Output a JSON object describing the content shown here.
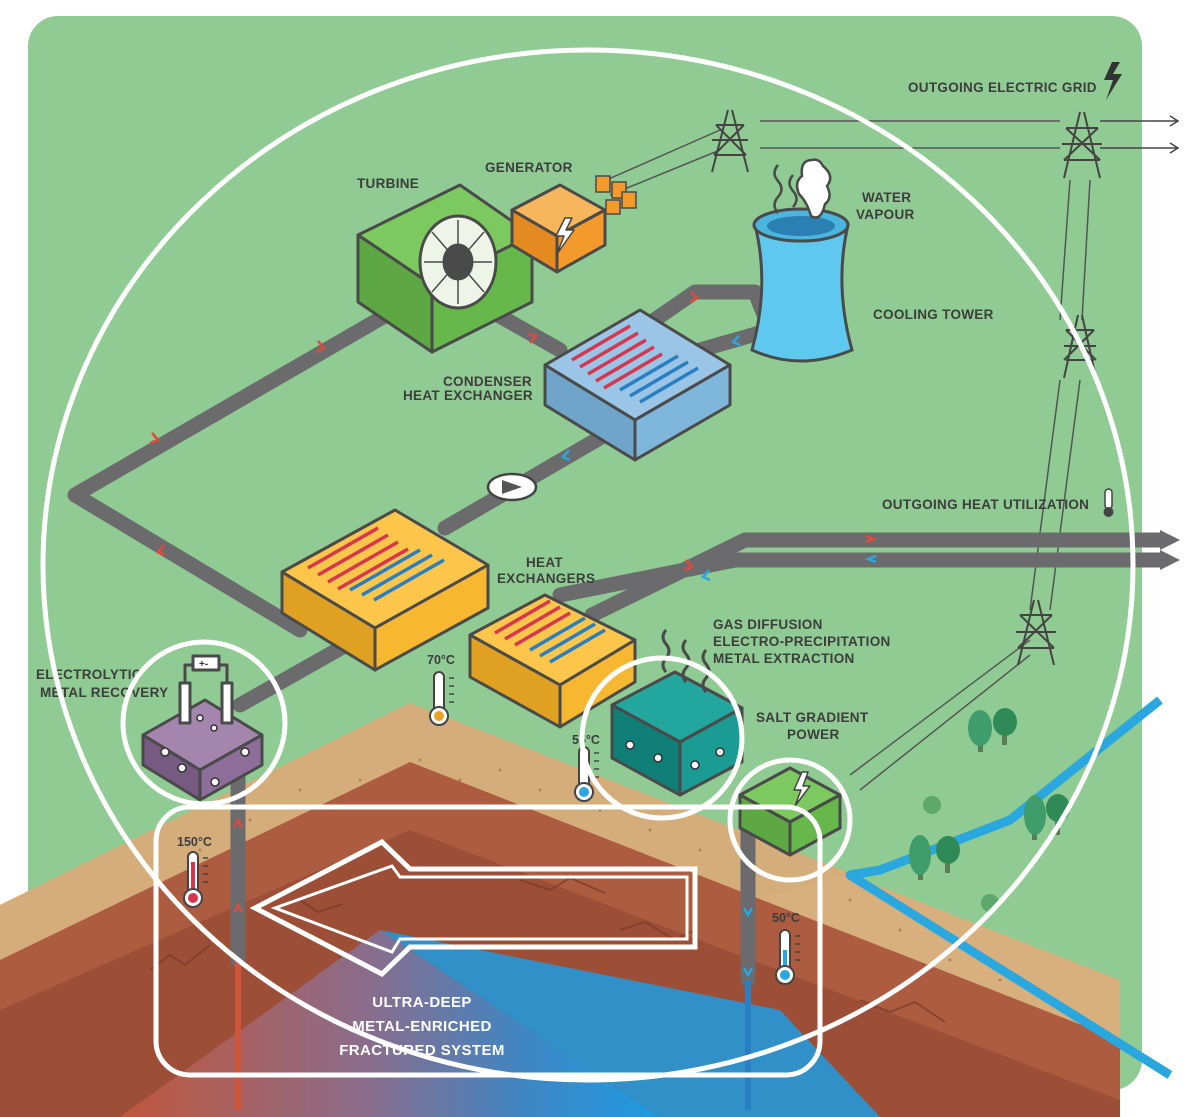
{
  "labels": {
    "turbine": "TURBINE",
    "generator": "GENERATOR",
    "water_vapour_1": "WATER",
    "water_vapour_2": "VAPOUR",
    "cooling_tower": "COOLING TOWER",
    "outgoing_grid": "OUTGOING ELECTRIC GRID",
    "condenser_1": "CONDENSER",
    "condenser_2": "HEAT EXCHANGER",
    "heat_util": "OUTGOING HEAT UTILIZATION",
    "heat_exchangers_1": "HEAT",
    "heat_exchangers_2": "EXCHANGERS",
    "gas_diffusion_1": "GAS DIFFUSION",
    "gas_diffusion_2": "ELECTRO-PRECIPITATION",
    "gas_diffusion_3": "METAL EXTRACTION",
    "electrolytic_1": "ELECTROLYTIC",
    "electrolytic_2": "METAL RECOVERY",
    "salt_gradient_1": "SALT GRADIENT",
    "salt_gradient_2": "POWER",
    "ultra_1": "ULTRA-DEEP",
    "ultra_2": "METAL-ENRICHED",
    "ultra_3": "FRACTURED SYSTEM"
  },
  "temperatures": {
    "t150": "150°C",
    "t70": "70°C",
    "t55": "55°C",
    "t50": "50°C"
  },
  "colors": {
    "background_green": "#8fcb93",
    "pipe": "#6b6b6e",
    "hot": "#e0493c",
    "cold": "#2aa7df",
    "heat_exchanger_yellow": "#f7b731",
    "condenser_blue": "#7fb6dc",
    "turbine_green": "#66b84a",
    "generator_orange": "#f39a2b",
    "cooling_tower_blue": "#5fc8ef",
    "gas_teal": "#1a9b93",
    "electrolytic_purple": "#8d6d99",
    "annotation_white": "#ffffff"
  }
}
